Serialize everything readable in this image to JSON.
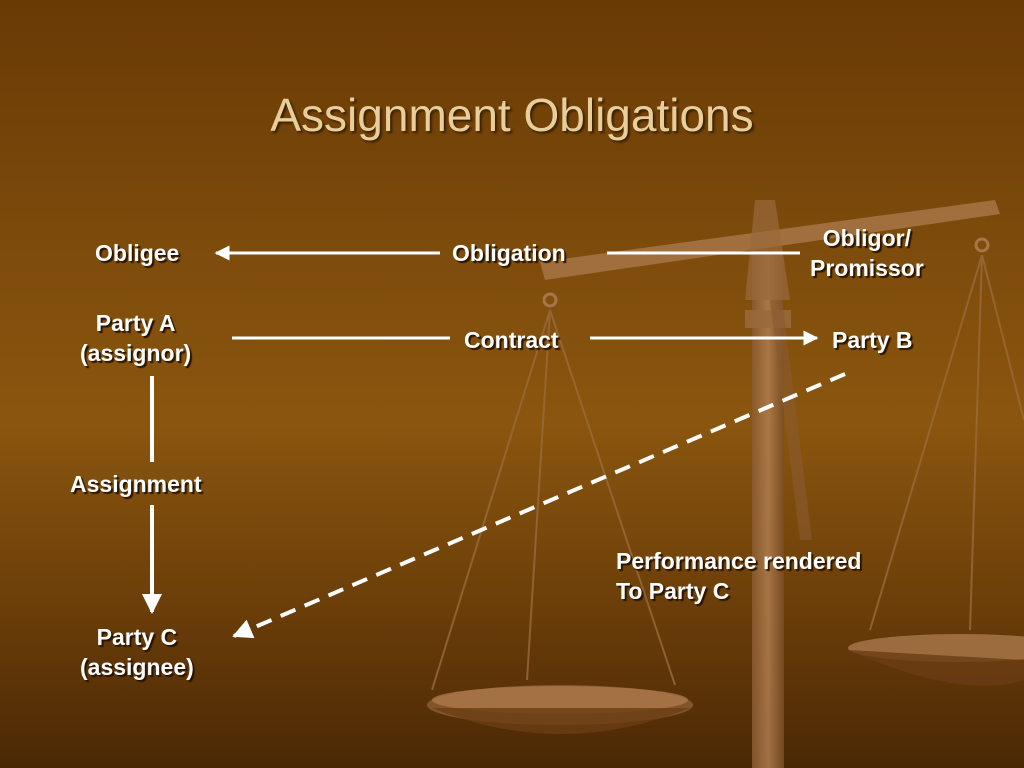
{
  "slide": {
    "title": "Assignment Obligations",
    "obligee": "Obligee",
    "obligation": "Obligation",
    "obligor_line1": "Obligor/",
    "obligor_line2": "Promissor",
    "party_a_line1": "Party A",
    "party_a_line2": "(assignor)",
    "contract": "Contract",
    "party_b": "Party B",
    "assignment": "Assignment",
    "performance_line1": "Performance rendered",
    "performance_line2": "To Party C",
    "party_c_line1": "Party C",
    "party_c_line2": "(assignee)"
  },
  "colors": {
    "background": "#7c4a0b",
    "title": "#e8cf9a",
    "label": "#ffffff",
    "arrow": "#ffffff",
    "scale": "#9a6a3c"
  },
  "icons": {
    "background_image": "balance-scale-icon"
  }
}
